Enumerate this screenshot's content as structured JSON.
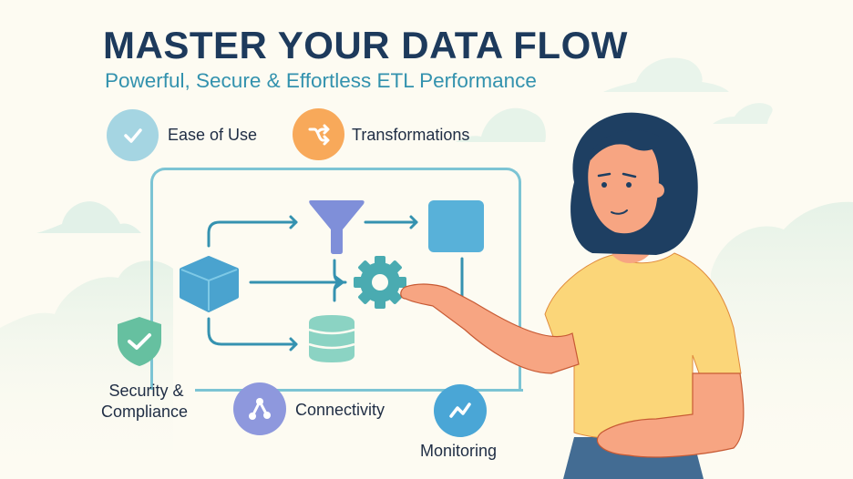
{
  "header": {
    "title": "MASTER YOUR DATA FLOW",
    "subtitle": "Powerful, Secure & Effortless ETL Performance"
  },
  "features": [
    {
      "label": "Ease of Use",
      "icon": "checkmark-icon",
      "color": "#a5d5e2"
    },
    {
      "label": "Transformations",
      "icon": "shuffle-icon",
      "color": "#f8a95a"
    },
    {
      "label_line1": "Security &",
      "label_line2": "Compliance",
      "icon": "shield-check-icon",
      "color": "#66c0a0"
    },
    {
      "label": "Connectivity",
      "icon": "network-nodes-icon",
      "color": "#8e98dd"
    },
    {
      "label": "Monitoring",
      "icon": "trend-line-icon",
      "color": "#4aa6d6"
    }
  ],
  "diagram": {
    "nodes": [
      {
        "name": "source-cube",
        "color": "#4aa3cf"
      },
      {
        "name": "filter-funnel",
        "color": "#7f8fd9"
      },
      {
        "name": "destination-square",
        "color": "#58b1d9"
      },
      {
        "name": "process-gear",
        "color": "#4aabb1"
      },
      {
        "name": "database",
        "color": "#8bd3c3"
      }
    ],
    "arrow_color": "#3592b0",
    "frame_color": "#7cc4d4"
  },
  "colors": {
    "background": "#fdfbf2",
    "title": "#1d3a5c",
    "subtitle": "#3392ae",
    "label_text": "#1f2d44",
    "cloud": "#e2f1e8",
    "skin": "#f7a582",
    "hair": "#1e3f62",
    "shirt": "#fbd679",
    "pants": "#436c93"
  }
}
